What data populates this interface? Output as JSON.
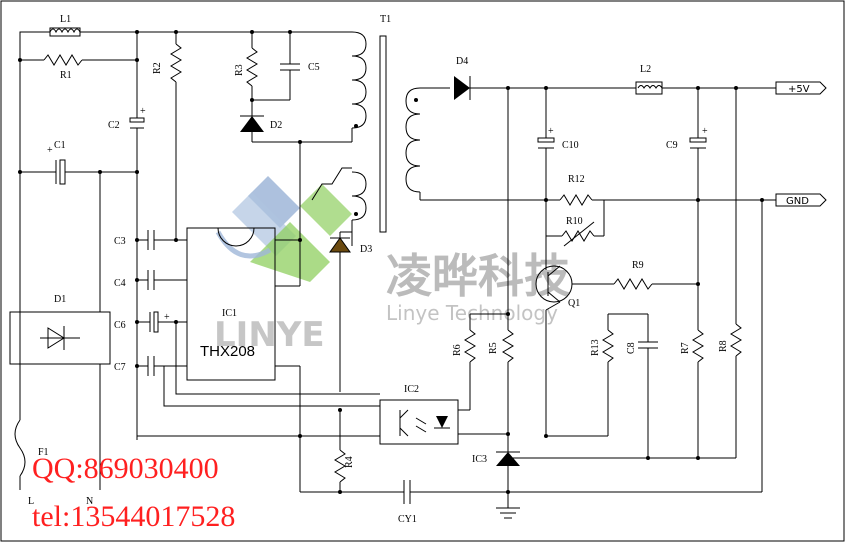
{
  "labels": {
    "L1": "L1",
    "R1": "R1",
    "R2": "R2",
    "R3": "R3",
    "C5": "C5",
    "D2": "D2",
    "T1": "T1",
    "D4": "D4",
    "L2": "L2",
    "out_5v": "+5V",
    "out_gnd": "GND",
    "C1": "C1",
    "C2": "C2",
    "D1": "D1",
    "C3": "C3",
    "C4": "C4",
    "C6": "C6",
    "C7": "C7",
    "IC1": "IC1",
    "IC1_part": "THX208",
    "D3": "D3",
    "C10": "C10",
    "C9": "C9",
    "R12": "R12",
    "R10": "R10",
    "R9": "R9",
    "Q1": "Q1",
    "R6": "R6",
    "R5": "R5",
    "R13": "R13",
    "C8": "C8",
    "R7": "R7",
    "R8": "R8",
    "IC2": "IC2",
    "IC3": "IC3",
    "R4": "R4",
    "CY1": "CY1",
    "F1": "F1",
    "L": "L",
    "N": "N",
    "plus": "+"
  },
  "watermark": {
    "logo_text": "LINYE",
    "company_cn": "凌晔科技",
    "company_en": "Linye Technology"
  },
  "contact": {
    "qq": "QQ:869030400",
    "tel": "tel:13544017528"
  },
  "colors": {
    "wire": "#000000",
    "contact_text": "#ff2020",
    "watermark": "#b4b4b4",
    "logo_green": "#8fcf5f",
    "logo_blue": "#9fb6d8",
    "d3_fill": "#6b4a10"
  }
}
